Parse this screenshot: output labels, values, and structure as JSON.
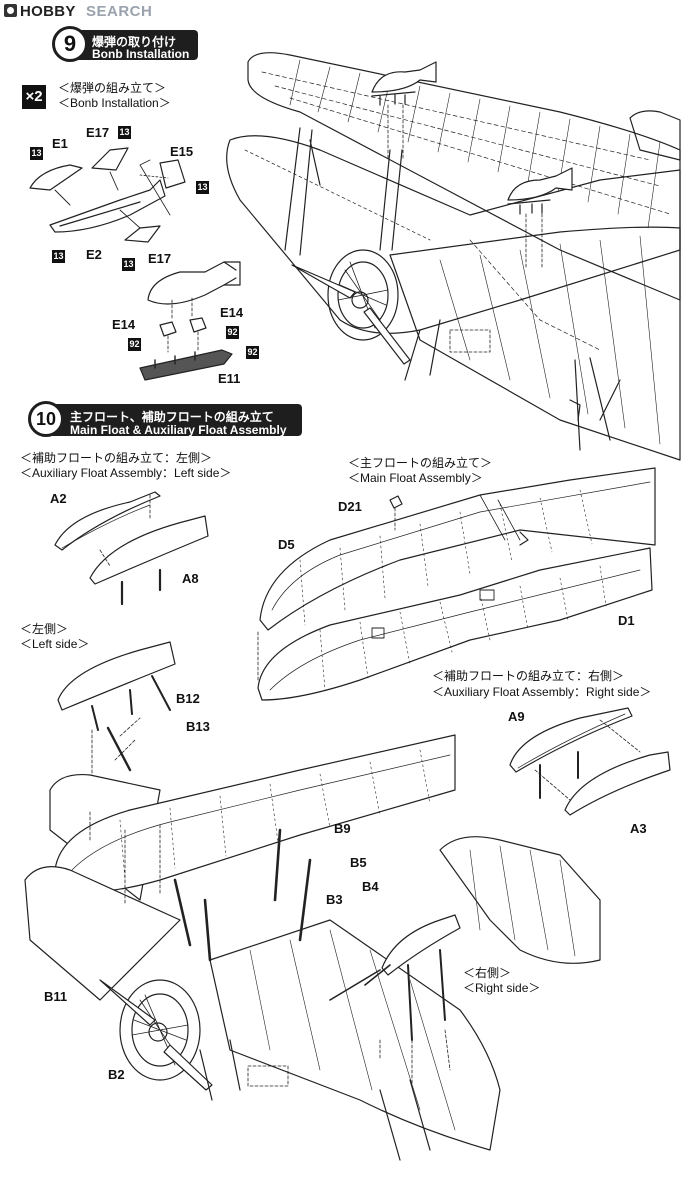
{
  "logo": {
    "brand": "HOBBY",
    "search": "SEARCH"
  },
  "step9": {
    "number": "9",
    "title_jp": "爆弾の取り付け",
    "title_en": "Bonb Installation",
    "multiplier": "×2",
    "sub_jp": "＜爆弾の組み立て＞",
    "sub_en": "＜Bonb Installation＞",
    "parts": {
      "e1": "E1",
      "e17a": "E17",
      "e15": "E15",
      "e2": "E2",
      "e17b": "E17",
      "e14a": "E14",
      "e14b": "E14",
      "e11": "E11"
    },
    "badges": {
      "b13_1": "13",
      "b13_2": "13",
      "b13_3": "13",
      "b13_4": "13",
      "b13_5": "13",
      "b92_1": "92",
      "b92_2": "92",
      "b92_3": "92"
    }
  },
  "step10": {
    "number": "10",
    "title_jp": "主フロート、補助フロートの組み立て",
    "title_en": "Main Float & Auxiliary Float  Assembly",
    "aux_left_jp": "＜補助フロートの組み立て：左側＞",
    "aux_left_en": "＜Auxiliary Float Assembly：Left side＞",
    "main_jp": "＜主フロートの組み立て＞",
    "main_en": "＜Main Float Assembly＞",
    "left_jp": "＜左側＞",
    "left_en": "＜Left side＞",
    "aux_right_jp": "＜補助フロートの組み立て：右側＞",
    "aux_right_en": "＜Auxiliary Float Assembly：Right side＞",
    "right_jp": "＜右側＞",
    "right_en": "＜Right side＞",
    "parts": {
      "a2": "A2",
      "a8": "A8",
      "d21": "D21",
      "d5": "D5",
      "d1": "D1",
      "b12": "B12",
      "b13": "B13",
      "a9": "A9",
      "a3": "A3",
      "b9": "B9",
      "b5": "B5",
      "b3": "B3",
      "b4": "B4",
      "b11": "B11",
      "b2": "B2"
    }
  },
  "colors": {
    "ink": "#111111",
    "panel": "#1e1e1e",
    "logo_gray": "#9aa3ad"
  }
}
